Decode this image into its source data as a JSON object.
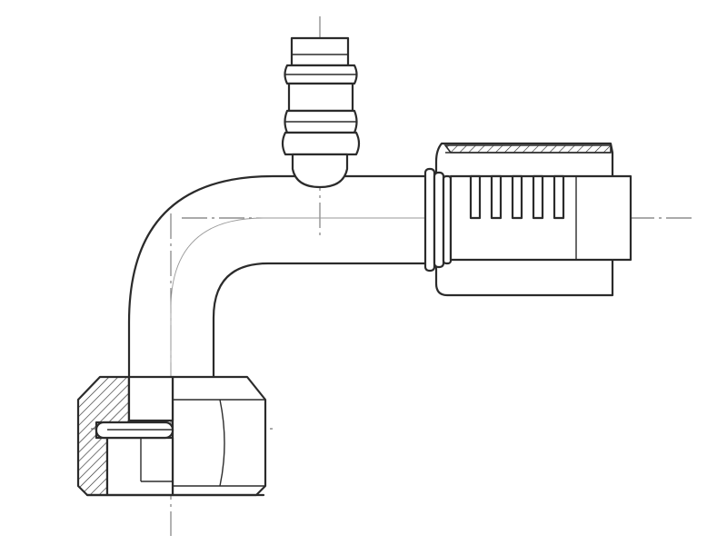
{
  "drawing": {
    "background": "#ffffff",
    "line_color": "#2b2b2b",
    "centerline_color": "#555555",
    "components": [
      "charge-port-valve",
      "elbow-tube",
      "crimp-ferrule",
      "hose-insert",
      "swivel-nut",
      "o-ring"
    ]
  }
}
